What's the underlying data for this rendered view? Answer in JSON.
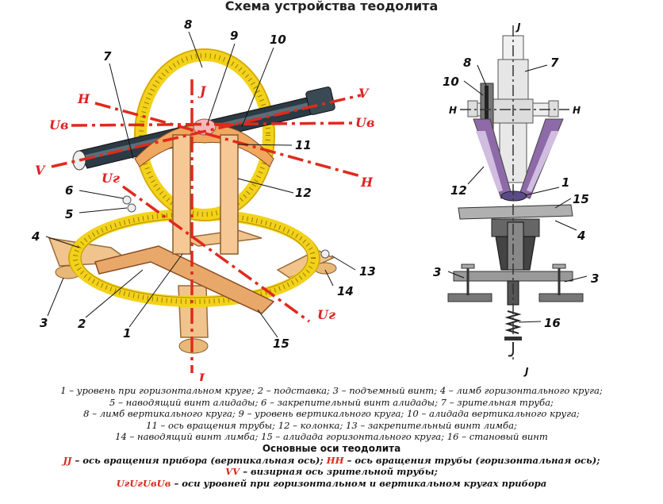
{
  "title": "Схема устройства теодолита",
  "left_diagram": {
    "numbers": [
      "1",
      "2",
      "3",
      "4",
      "5",
      "6",
      "7",
      "8",
      "9",
      "10",
      "11",
      "12",
      "13",
      "14",
      "15"
    ],
    "axis_labels": {
      "H1": "H",
      "H2": "H",
      "V1": "V",
      "V2": "V",
      "J1": "J",
      "J2": "J",
      "Uv1": "Uв",
      "Uv2": "Uв",
      "Ug1": "Uг",
      "Ug2": "Uг"
    }
  },
  "right_diagram": {
    "numbers": [
      "7",
      "8",
      "10",
      "12",
      "1",
      "15",
      "4",
      "3",
      "3",
      "16"
    ],
    "axis_labels": {
      "J1": "J",
      "J2": "J",
      "H1": "H",
      "H2": "H"
    }
  },
  "legend": {
    "lines": [
      "1 – уровень при горизонтальном круге; 2 – подставка; 3 – подъемный винт; 4 – лимб горизонтального круга;",
      "5 – наводящий винт алидады; 6 – закрепительный винт алидады; 7 – зрительная труба;",
      "8 – лимб вертикального круга; 9 – уровень вертикального круга; 10 – алидада вертикального круга;",
      "11 – ось вращения трубы; 12 – колонка; 13 – закрепительный винт лимба;",
      "14 – наводящий винт лимба; 15 – алидада горизонтального круга; 16 – становый винт"
    ],
    "axes_heading": "Основные оси теодолита",
    "axes": [
      {
        "key": "JJ",
        "text": " – ось вращения прибора (вертикальная ось); "
      },
      {
        "key": "HH",
        "text": " – ось вращения трубы (горизонтальная ось);"
      },
      {
        "key": "VV",
        "text": " – визирная ось зрительной трубы;"
      },
      {
        "key": "UгUгUвUв",
        "text": " – оси уровней при горизонтальном и вертикальном кругах прибора"
      }
    ]
  },
  "colors": {
    "axis_red": "#e02a1c",
    "ring_yellow": "#f2d21a",
    "wood": "#f0c48c",
    "tube": "#2b3a44",
    "purple": "#8e6aa8"
  }
}
